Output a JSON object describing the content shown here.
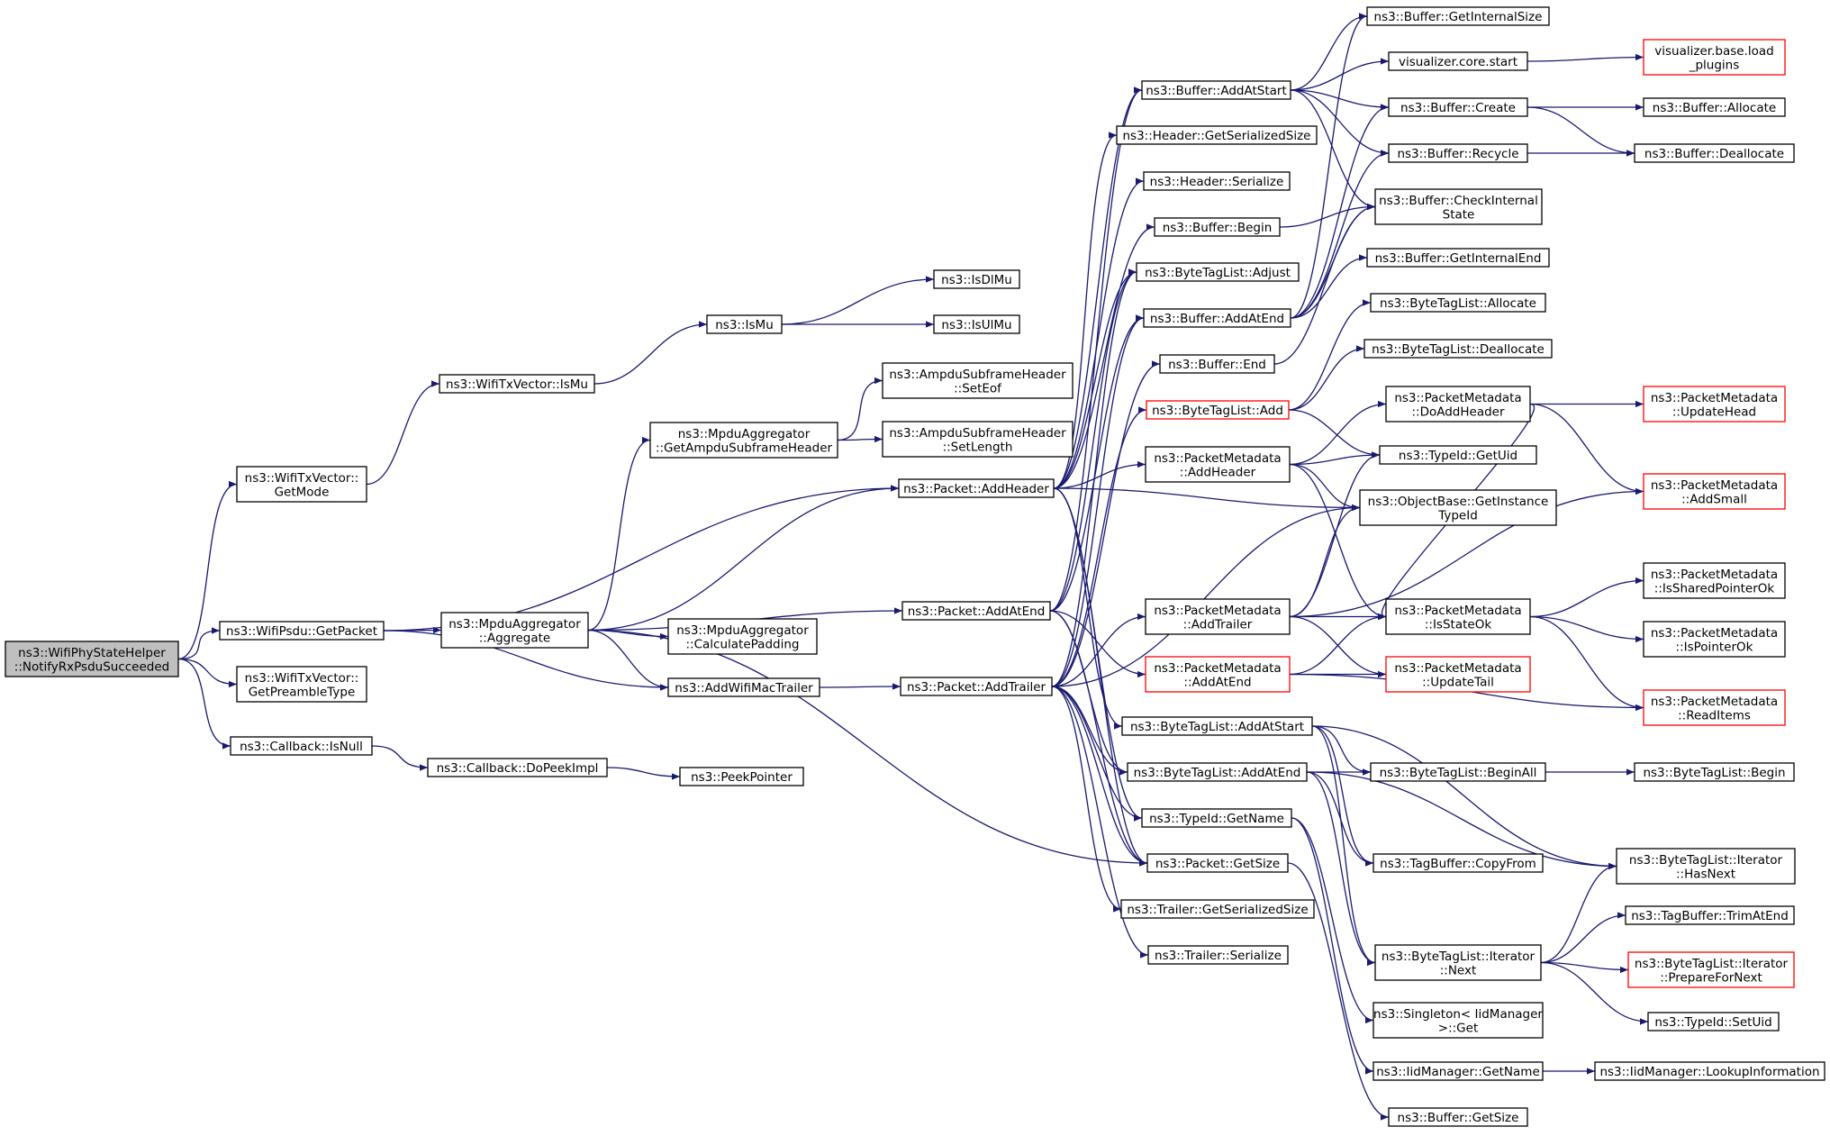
{
  "colors": {
    "edge": "#191970",
    "truncated_border": "#ff0000",
    "root_fill": "#bfbfbf",
    "node_border": "#000000"
  },
  "nodes": [
    {
      "id": "root",
      "lines": [
        "ns3::WifiPhyStateHelper",
        "::NotifyRxPsduSucceeded"
      ],
      "kind": "root"
    },
    {
      "id": "txvGetMode",
      "lines": [
        "ns3::WifiTxVector::",
        "GetMode"
      ]
    },
    {
      "id": "psduGetPacket",
      "lines": [
        "ns3::WifiPsdu::GetPacket"
      ]
    },
    {
      "id": "txvPreamble",
      "lines": [
        "ns3::WifiTxVector::",
        "GetPreambleType"
      ]
    },
    {
      "id": "cbIsNull",
      "lines": [
        "ns3::Callback::IsNull"
      ]
    },
    {
      "id": "txvIsMu",
      "lines": [
        "ns3::WifiTxVector::IsMu"
      ]
    },
    {
      "id": "isMu",
      "lines": [
        "ns3::IsMu"
      ]
    },
    {
      "id": "isDlMu",
      "lines": [
        "ns3::IsDlMu"
      ]
    },
    {
      "id": "isUlMu",
      "lines": [
        "ns3::IsUlMu"
      ]
    },
    {
      "id": "aggregate",
      "lines": [
        "ns3::MpduAggregator",
        "::Aggregate"
      ]
    },
    {
      "id": "cbPeek",
      "lines": [
        "ns3::Callback::DoPeekImpl"
      ]
    },
    {
      "id": "peekPtr",
      "lines": [
        "ns3::PeekPointer"
      ]
    },
    {
      "id": "getAmpduHdr",
      "lines": [
        "ns3::MpduAggregator",
        "::GetAmpduSubframeHeader"
      ]
    },
    {
      "id": "calcPad",
      "lines": [
        "ns3::MpduAggregator",
        "::CalculatePadding"
      ]
    },
    {
      "id": "addWifiMac",
      "lines": [
        "ns3::AddWifiMacTrailer"
      ]
    },
    {
      "id": "setEof",
      "lines": [
        "ns3::AmpduSubframeHeader",
        "::SetEof"
      ]
    },
    {
      "id": "setLength",
      "lines": [
        "ns3::AmpduSubframeHeader",
        "::SetLength"
      ]
    },
    {
      "id": "pktAddHeader",
      "lines": [
        "ns3::Packet::AddHeader"
      ]
    },
    {
      "id": "pktAddAtEnd",
      "lines": [
        "ns3::Packet::AddAtEnd"
      ]
    },
    {
      "id": "pktAddTrailer",
      "lines": [
        "ns3::Packet::AddTrailer"
      ]
    },
    {
      "id": "bufAddAtStart",
      "lines": [
        "ns3::Buffer::AddAtStart"
      ]
    },
    {
      "id": "hdrSerSize",
      "lines": [
        "ns3::Header::GetSerializedSize"
      ]
    },
    {
      "id": "hdrSerialize",
      "lines": [
        "ns3::Header::Serialize"
      ]
    },
    {
      "id": "bufBegin",
      "lines": [
        "ns3::Buffer::Begin"
      ]
    },
    {
      "id": "btlAdjust",
      "lines": [
        "ns3::ByteTagList::Adjust"
      ]
    },
    {
      "id": "bufAddAtEnd",
      "lines": [
        "ns3::Buffer::AddAtEnd"
      ]
    },
    {
      "id": "bufEnd",
      "lines": [
        "ns3::Buffer::End"
      ]
    },
    {
      "id": "btlAdd",
      "lines": [
        "ns3::ByteTagList::Add"
      ],
      "kind": "hi"
    },
    {
      "id": "pmAddHeader",
      "lines": [
        "ns3::PacketMetadata",
        "::AddHeader"
      ]
    },
    {
      "id": "pmAddTrailer",
      "lines": [
        "ns3::PacketMetadata",
        "::AddTrailer"
      ]
    },
    {
      "id": "pmAddAtEnd",
      "lines": [
        "ns3::PacketMetadata",
        "::AddAtEnd"
      ],
      "kind": "hi"
    },
    {
      "id": "btlAddAtStart",
      "lines": [
        "ns3::ByteTagList::AddAtStart"
      ]
    },
    {
      "id": "btlAddAtEnd",
      "lines": [
        "ns3::ByteTagList::AddAtEnd"
      ]
    },
    {
      "id": "tidGetName",
      "lines": [
        "ns3::TypeId::GetName"
      ]
    },
    {
      "id": "pktGetSize",
      "lines": [
        "ns3::Packet::GetSize"
      ]
    },
    {
      "id": "trlSerSize",
      "lines": [
        "ns3::Trailer::GetSerializedSize"
      ]
    },
    {
      "id": "trlSerialize",
      "lines": [
        "ns3::Trailer::Serialize"
      ]
    },
    {
      "id": "bufGetIntSize",
      "lines": [
        "ns3::Buffer::GetInternalSize"
      ]
    },
    {
      "id": "vizStart",
      "lines": [
        "visualizer.core.start"
      ]
    },
    {
      "id": "bufCreate",
      "lines": [
        "ns3::Buffer::Create"
      ]
    },
    {
      "id": "bufRecycle",
      "lines": [
        "ns3::Buffer::Recycle"
      ]
    },
    {
      "id": "bufCheck",
      "lines": [
        "ns3::Buffer::CheckInternal",
        "State"
      ]
    },
    {
      "id": "bufGetIntEnd",
      "lines": [
        "ns3::Buffer::GetInternalEnd"
      ]
    },
    {
      "id": "btlAllocate",
      "lines": [
        "ns3::ByteTagList::Allocate"
      ]
    },
    {
      "id": "btlDeallocate",
      "lines": [
        "ns3::ByteTagList::Deallocate"
      ]
    },
    {
      "id": "pmDoAddHeader",
      "lines": [
        "ns3::PacketMetadata",
        "::DoAddHeader"
      ]
    },
    {
      "id": "tidGetUid",
      "lines": [
        "ns3::TypeId::GetUid"
      ]
    },
    {
      "id": "objGetInst",
      "lines": [
        "ns3::ObjectBase::GetInstance",
        "TypeId"
      ]
    },
    {
      "id": "pmIsStateOk",
      "lines": [
        "ns3::PacketMetadata",
        "::IsStateOk"
      ]
    },
    {
      "id": "pmUpdateTail",
      "lines": [
        "ns3::PacketMetadata",
        "::UpdateTail"
      ],
      "kind": "hi"
    },
    {
      "id": "btlBeginAll",
      "lines": [
        "ns3::ByteTagList::BeginAll"
      ]
    },
    {
      "id": "tbCopyFrom",
      "lines": [
        "ns3::TagBuffer::CopyFrom"
      ]
    },
    {
      "id": "btlIterNext",
      "lines": [
        "ns3::ByteTagList::Iterator",
        "::Next"
      ]
    },
    {
      "id": "singletonGet",
      "lines": [
        "ns3::Singleton< IidManager",
        ">::Get"
      ]
    },
    {
      "id": "iidGetName",
      "lines": [
        "ns3::IidManager::GetName"
      ]
    },
    {
      "id": "bufGetSize",
      "lines": [
        "ns3::Buffer::GetSize"
      ]
    },
    {
      "id": "vizLoad",
      "lines": [
        "visualizer.base.load",
        "_plugins"
      ],
      "kind": "hi"
    },
    {
      "id": "bufAllocate",
      "lines": [
        "ns3::Buffer::Allocate"
      ]
    },
    {
      "id": "bufDeallocate",
      "lines": [
        "ns3::Buffer::Deallocate"
      ]
    },
    {
      "id": "pmUpdateHead",
      "lines": [
        "ns3::PacketMetadata",
        "::UpdateHead"
      ],
      "kind": "hi"
    },
    {
      "id": "pmAddSmall",
      "lines": [
        "ns3::PacketMetadata",
        "::AddSmall"
      ],
      "kind": "hi"
    },
    {
      "id": "pmIsShared",
      "lines": [
        "ns3::PacketMetadata",
        "::IsSharedPointerOk"
      ]
    },
    {
      "id": "pmIsPointer",
      "lines": [
        "ns3::PacketMetadata",
        "::IsPointerOk"
      ]
    },
    {
      "id": "pmReadItems",
      "lines": [
        "ns3::PacketMetadata",
        "::ReadItems"
      ],
      "kind": "hi"
    },
    {
      "id": "btlBegin",
      "lines": [
        "ns3::ByteTagList::Begin"
      ]
    },
    {
      "id": "btlIterHasNext",
      "lines": [
        "ns3::ByteTagList::Iterator",
        "::HasNext"
      ]
    },
    {
      "id": "tbTrim",
      "lines": [
        "ns3::TagBuffer::TrimAtEnd"
      ]
    },
    {
      "id": "btlIterPrep",
      "lines": [
        "ns3::ByteTagList::Iterator",
        "::PrepareForNext"
      ],
      "kind": "hi"
    },
    {
      "id": "tidSetUid",
      "lines": [
        "ns3::TypeId::SetUid"
      ]
    },
    {
      "id": "iidLookup",
      "lines": [
        "ns3::IidManager::LookupInformation"
      ]
    }
  ],
  "edges": [
    [
      "root",
      "txvGetMode"
    ],
    [
      "root",
      "psduGetPacket"
    ],
    [
      "root",
      "txvPreamble"
    ],
    [
      "root",
      "cbIsNull"
    ],
    [
      "txvGetMode",
      "txvIsMu"
    ],
    [
      "txvIsMu",
      "isMu"
    ],
    [
      "isMu",
      "isDlMu"
    ],
    [
      "isMu",
      "isUlMu"
    ],
    [
      "psduGetPacket",
      "aggregate"
    ],
    [
      "psduGetPacket",
      "pktAddHeader"
    ],
    [
      "psduGetPacket",
      "addWifiMac"
    ],
    [
      "cbIsNull",
      "cbPeek"
    ],
    [
      "cbPeek",
      "peekPtr"
    ],
    [
      "aggregate",
      "getAmpduHdr"
    ],
    [
      "aggregate",
      "pktAddHeader"
    ],
    [
      "aggregate",
      "pktAddAtEnd"
    ],
    [
      "aggregate",
      "calcPad"
    ],
    [
      "aggregate",
      "addWifiMac"
    ],
    [
      "aggregate",
      "pktGetSize"
    ],
    [
      "getAmpduHdr",
      "setEof"
    ],
    [
      "getAmpduHdr",
      "setLength"
    ],
    [
      "addWifiMac",
      "pktAddTrailer"
    ],
    [
      "pktAddHeader",
      "bufAddAtStart"
    ],
    [
      "pktAddHeader",
      "hdrSerSize"
    ],
    [
      "pktAddHeader",
      "hdrSerialize"
    ],
    [
      "pktAddHeader",
      "bufBegin"
    ],
    [
      "pktAddHeader",
      "btlAdjust"
    ],
    [
      "pktAddHeader",
      "btlAddAtStart"
    ],
    [
      "pktAddHeader",
      "pmAddHeader"
    ],
    [
      "pktAddHeader",
      "objGetInst"
    ],
    [
      "pktAddHeader",
      "tidGetName"
    ],
    [
      "pktAddHeader",
      "pktGetSize"
    ],
    [
      "pktAddAtEnd",
      "bufAddAtEnd"
    ],
    [
      "pktAddAtEnd",
      "btlAdjust"
    ],
    [
      "pktAddAtEnd",
      "btlAddAtEnd"
    ],
    [
      "pktAddAtEnd",
      "pmAddAtEnd"
    ],
    [
      "pktAddAtEnd",
      "pktGetSize"
    ],
    [
      "pktAddAtEnd",
      "bufAddAtStart"
    ],
    [
      "pktAddTrailer",
      "bufAddAtEnd"
    ],
    [
      "pktAddTrailer",
      "bufEnd"
    ],
    [
      "pktAddTrailer",
      "btlAdjust"
    ],
    [
      "pktAddTrailer",
      "btlAddAtEnd"
    ],
    [
      "pktAddTrailer",
      "pmAddTrailer"
    ],
    [
      "pktAddTrailer",
      "objGetInst"
    ],
    [
      "pktAddTrailer",
      "trlSerSize"
    ],
    [
      "pktAddTrailer",
      "trlSerialize"
    ],
    [
      "pktAddTrailer",
      "tidGetName"
    ],
    [
      "pktAddTrailer",
      "pktGetSize"
    ],
    [
      "pktAddTrailer",
      "btlAdd"
    ],
    [
      "bufAddAtStart",
      "bufGetIntSize"
    ],
    [
      "bufAddAtStart",
      "vizStart"
    ],
    [
      "bufAddAtStart",
      "bufCreate"
    ],
    [
      "bufAddAtStart",
      "bufRecycle"
    ],
    [
      "bufAddAtStart",
      "bufCheck"
    ],
    [
      "bufBegin",
      "bufCheck"
    ],
    [
      "bufAddAtEnd",
      "bufGetIntSize"
    ],
    [
      "bufAddAtEnd",
      "bufCreate"
    ],
    [
      "bufAddAtEnd",
      "bufRecycle"
    ],
    [
      "bufAddAtEnd",
      "bufCheck"
    ],
    [
      "bufAddAtEnd",
      "bufGetIntEnd"
    ],
    [
      "bufEnd",
      "bufCheck"
    ],
    [
      "btlAdd",
      "btlAllocate"
    ],
    [
      "btlAdd",
      "btlDeallocate"
    ],
    [
      "btlAdd",
      "tidGetUid"
    ],
    [
      "pmAddHeader",
      "pmDoAddHeader"
    ],
    [
      "pmAddHeader",
      "tidGetUid"
    ],
    [
      "pmAddHeader",
      "objGetInst"
    ],
    [
      "pmAddHeader",
      "pmIsStateOk"
    ],
    [
      "pmAddTrailer",
      "tidGetUid"
    ],
    [
      "pmAddTrailer",
      "objGetInst"
    ],
    [
      "pmAddTrailer",
      "pmIsStateOk"
    ],
    [
      "pmAddTrailer",
      "pmUpdateTail"
    ],
    [
      "pmAddTrailer",
      "pmAddSmall"
    ],
    [
      "pmAddAtEnd",
      "pmIsStateOk"
    ],
    [
      "pmAddAtEnd",
      "pmUpdateTail"
    ],
    [
      "pmAddAtEnd",
      "pmReadItems"
    ],
    [
      "btlAddAtStart",
      "btlBeginAll"
    ],
    [
      "btlAddAtStart",
      "tbCopyFrom"
    ],
    [
      "btlAddAtStart",
      "btlIterHasNext"
    ],
    [
      "btlAddAtStart",
      "btlIterNext"
    ],
    [
      "btlAddAtEnd",
      "btlBeginAll"
    ],
    [
      "btlAddAtEnd",
      "tbCopyFrom"
    ],
    [
      "btlAddAtEnd",
      "btlIterHasNext"
    ],
    [
      "btlAddAtEnd",
      "btlIterNext"
    ],
    [
      "tidGetName",
      "singletonGet"
    ],
    [
      "tidGetName",
      "iidGetName"
    ],
    [
      "pktGetSize",
      "bufGetSize"
    ],
    [
      "vizStart",
      "vizLoad"
    ],
    [
      "bufCreate",
      "bufAllocate"
    ],
    [
      "bufCreate",
      "bufDeallocate"
    ],
    [
      "bufRecycle",
      "bufDeallocate"
    ],
    [
      "pmDoAddHeader",
      "pmUpdateHead"
    ],
    [
      "pmDoAddHeader",
      "pmAddSmall"
    ],
    [
      "pmDoAddHeader",
      "pmIsStateOk"
    ],
    [
      "pmIsStateOk",
      "pmIsShared"
    ],
    [
      "pmIsStateOk",
      "pmIsPointer"
    ],
    [
      "pmIsStateOk",
      "pmReadItems"
    ],
    [
      "btlBeginAll",
      "btlBegin"
    ],
    [
      "btlIterNext",
      "btlIterHasNext"
    ],
    [
      "btlIterNext",
      "tbTrim"
    ],
    [
      "btlIterNext",
      "btlIterPrep"
    ],
    [
      "btlIterNext",
      "tidSetUid"
    ],
    [
      "iidGetName",
      "iidLookup"
    ]
  ]
}
